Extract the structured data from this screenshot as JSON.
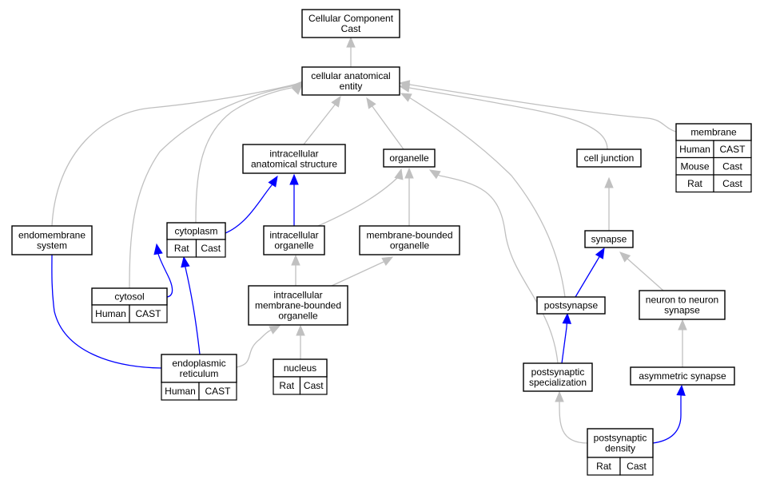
{
  "colors": {
    "human": "#ff6347",
    "mouse": "#add8e6",
    "rat": "#ffd700",
    "edge_isa": "#c0c0c0",
    "edge_partof": "#0000ff"
  },
  "nodes": {
    "cellular_component_cast": [
      "Cellular Component",
      "Cast"
    ],
    "cellular_anatomical_entity": [
      "cellular anatomical",
      "entity"
    ],
    "intracellular_anatomical_structure": [
      "intracellular",
      "anatomical structure"
    ],
    "organelle": [
      "organelle"
    ],
    "cell_junction": [
      "cell junction"
    ],
    "membrane": [
      "membrane"
    ],
    "endomembrane_system": [
      "endomembrane",
      "system"
    ],
    "cytoplasm": [
      "cytoplasm"
    ],
    "intracellular_organelle": [
      "intracellular",
      "organelle"
    ],
    "membrane_bounded_organelle": [
      "membrane-bounded",
      "organelle"
    ],
    "synapse": [
      "synapse"
    ],
    "cytosol": [
      "cytosol"
    ],
    "intracellular_membrane_bounded_organelle": [
      "intracellular",
      "membrane-bounded",
      "organelle"
    ],
    "postsynapse": [
      "postsynapse"
    ],
    "neuron_to_neuron_synapse": [
      "neuron to neuron",
      "synapse"
    ],
    "endoplasmic_reticulum": [
      "endoplasmic",
      "reticulum"
    ],
    "nucleus": [
      "nucleus"
    ],
    "postsynaptic_specialization": [
      "postsynaptic",
      "specialization"
    ],
    "asymmetric_synapse": [
      "asymmetric synapse"
    ],
    "postsynaptic_density": [
      "postsynaptic",
      "density"
    ]
  },
  "tables": {
    "membrane": [
      [
        "Human",
        "CAST"
      ],
      [
        "Mouse",
        "Cast"
      ],
      [
        "Rat",
        "Cast"
      ]
    ],
    "cytoplasm": [
      [
        "Rat",
        "Cast"
      ]
    ],
    "cytosol": [
      [
        "Human",
        "CAST"
      ]
    ],
    "endoplasmic_reticulum": [
      [
        "Human",
        "CAST"
      ]
    ],
    "nucleus": [
      [
        "Rat",
        "Cast"
      ]
    ],
    "postsynaptic_density": [
      [
        "Rat",
        "Cast"
      ]
    ]
  }
}
